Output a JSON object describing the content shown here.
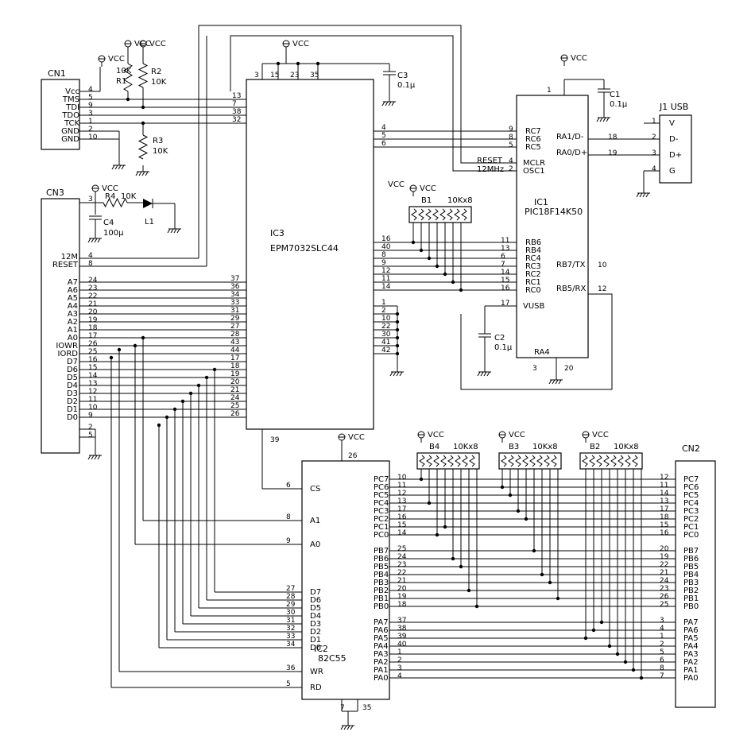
{
  "vcc_label": "VCC",
  "cn1": {
    "ref": "CN1",
    "pins": [
      {
        "name": "Vcc",
        "num": "4"
      },
      {
        "name": "TMS",
        "num": "5"
      },
      {
        "name": "TDI",
        "num": "9"
      },
      {
        "name": "TDO",
        "num": "3"
      },
      {
        "name": "TCK",
        "num": "1"
      },
      {
        "name": "GND",
        "num": "2"
      },
      {
        "name": "GND",
        "num": "10"
      }
    ]
  },
  "r1": {
    "ref": "R1",
    "value": "10K"
  },
  "r2": {
    "ref": "R2",
    "value": "10K"
  },
  "r3": {
    "ref": "R3",
    "value": "10K"
  },
  "r4": {
    "ref": "R4",
    "value": "10K"
  },
  "c4": {
    "ref": "C4",
    "value": "100μ"
  },
  "l1": {
    "ref": "L1"
  },
  "ic3": {
    "ref": "IC3",
    "part": "EPM7032SLC44",
    "top_pins": [
      "3",
      "15",
      "23",
      "35"
    ],
    "jtag_pins": [
      "13",
      "7",
      "38",
      "32"
    ],
    "rc_pins": [
      "4",
      "5",
      "6"
    ],
    "rb_pins": [
      "16",
      "40",
      "8",
      "9",
      "12",
      "11",
      "14"
    ],
    "gnd_pins": [
      "1",
      "2",
      "10",
      "22",
      "30",
      "41",
      "42"
    ],
    "bus_pins": [
      "37",
      "36",
      "34",
      "33",
      "31",
      "29",
      "27",
      "28",
      "43",
      "44",
      "17",
      "18",
      "19",
      "20",
      "21",
      "24",
      "25",
      "26"
    ],
    "bottom_pin": "39"
  },
  "c3": {
    "ref": "C3",
    "value": "0.1μ"
  },
  "c1": {
    "ref": "C1",
    "value": "0.1μ"
  },
  "c2": {
    "ref": "C2",
    "value": "0.1μ"
  },
  "ic1": {
    "ref": "IC1",
    "part": "PIC18F14K50",
    "pin_top": "1",
    "rc_left": [
      {
        "name": "RC7",
        "num": "9"
      },
      {
        "name": "RC6",
        "num": "8"
      },
      {
        "name": "RC5",
        "num": "5"
      }
    ],
    "mclr": {
      "name": "MCLR",
      "num": "4",
      "net": "RESET"
    },
    "osc": {
      "name": "OSC1",
      "num": "2",
      "net": "12MHz"
    },
    "rb_left": [
      {
        "name": "RB6",
        "num": "11"
      },
      {
        "name": "RB4",
        "num": "13"
      },
      {
        "name": "RC4",
        "num": "6"
      },
      {
        "name": "RC3",
        "num": "7"
      },
      {
        "name": "RC2",
        "num": "14"
      },
      {
        "name": "RC1",
        "num": "15"
      },
      {
        "name": "RC0",
        "num": "16"
      }
    ],
    "vusb": {
      "name": "VUSB",
      "num": "17"
    },
    "right": [
      {
        "name": "RA1/D-",
        "num": "18"
      },
      {
        "name": "RA0/D+",
        "num": "19"
      },
      {
        "name": "RB7/TX",
        "num": "10"
      },
      {
        "name": "RB5/RX",
        "num": "12"
      }
    ],
    "ra4": {
      "name": "RA4",
      "num": "3"
    },
    "pin20": "20"
  },
  "j1": {
    "ref": "J1 USB",
    "pins": [
      {
        "num": "1",
        "name": "V"
      },
      {
        "num": "2",
        "name": "D-"
      },
      {
        "num": "3",
        "name": "D+"
      },
      {
        "num": "4",
        "name": "G"
      }
    ]
  },
  "b1": {
    "ref": "B1",
    "value": "10Kx8"
  },
  "b2": {
    "ref": "B2",
    "value": "10Kx8"
  },
  "b3": {
    "ref": "B3",
    "value": "10Kx8"
  },
  "b4": {
    "ref": "B4",
    "value": "10Kx8"
  },
  "cn3": {
    "ref": "CN3",
    "top_pin": "3",
    "clk": {
      "name": "12M",
      "num": "4"
    },
    "reset": {
      "name": "RESET",
      "num": "8"
    },
    "bus": [
      {
        "name": "A7",
        "num": "24"
      },
      {
        "name": "A6",
        "num": "23"
      },
      {
        "name": "A5",
        "num": "22"
      },
      {
        "name": "A4",
        "num": "21"
      },
      {
        "name": "A3",
        "num": "20"
      },
      {
        "name": "A2",
        "num": "19"
      },
      {
        "name": "A1",
        "num": "18"
      },
      {
        "name": "A0",
        "num": "17"
      },
      {
        "name": "IOWR",
        "num": "26"
      },
      {
        "name": "IORD",
        "num": "25"
      },
      {
        "name": "D7",
        "num": "16"
      },
      {
        "name": "D6",
        "num": "15"
      },
      {
        "name": "D5",
        "num": "14"
      },
      {
        "name": "D4",
        "num": "13"
      },
      {
        "name": "D3",
        "num": "12"
      },
      {
        "name": "D2",
        "num": "11"
      },
      {
        "name": "D1",
        "num": "10"
      },
      {
        "name": "D0",
        "num": "9"
      }
    ],
    "gnd_pins": [
      "2",
      "5"
    ]
  },
  "ic2": {
    "ref": "IC2",
    "part": "82C55",
    "vcc_pin": "26",
    "left": [
      {
        "name": "CS",
        "num": "6"
      },
      {
        "name": "A1",
        "num": "8"
      },
      {
        "name": "A0",
        "num": "9"
      },
      {
        "name": "D7",
        "num": "27"
      },
      {
        "name": "D6",
        "num": "28"
      },
      {
        "name": "D5",
        "num": "29"
      },
      {
        "name": "D4",
        "num": "30"
      },
      {
        "name": "D3",
        "num": "31"
      },
      {
        "name": "D2",
        "num": "32"
      },
      {
        "name": "D1",
        "num": "33"
      },
      {
        "name": "D0",
        "num": "34"
      },
      {
        "name": "WR",
        "num": "36"
      },
      {
        "name": "RD",
        "num": "5"
      }
    ],
    "pc": [
      {
        "name": "PC7",
        "num": "10"
      },
      {
        "name": "PC6",
        "num": "11"
      },
      {
        "name": "PC5",
        "num": "12"
      },
      {
        "name": "PC4",
        "num": "13"
      },
      {
        "name": "PC3",
        "num": "17"
      },
      {
        "name": "PC2",
        "num": "16"
      },
      {
        "name": "PC1",
        "num": "15"
      },
      {
        "name": "PC0",
        "num": "14"
      }
    ],
    "pb": [
      {
        "name": "PB7",
        "num": "25"
      },
      {
        "name": "PB6",
        "num": "24"
      },
      {
        "name": "PB5",
        "num": "23"
      },
      {
        "name": "PB4",
        "num": "22"
      },
      {
        "name": "PB3",
        "num": "21"
      },
      {
        "name": "PB2",
        "num": "20"
      },
      {
        "name": "PB1",
        "num": "19"
      },
      {
        "name": "PB0",
        "num": "18"
      }
    ],
    "pa": [
      {
        "name": "PA7",
        "num": "37"
      },
      {
        "name": "PA6",
        "num": "38"
      },
      {
        "name": "PA5",
        "num": "39"
      },
      {
        "name": "PA4",
        "num": "40"
      },
      {
        "name": "PA3",
        "num": "1"
      },
      {
        "name": "PA2",
        "num": "2"
      },
      {
        "name": "PA1",
        "num": "3"
      },
      {
        "name": "PA0",
        "num": "4"
      }
    ],
    "gnd_pins": [
      "7",
      "35"
    ]
  },
  "cn2": {
    "ref": "CN2",
    "pc": [
      {
        "name": "PC7",
        "num": "12"
      },
      {
        "name": "PC6",
        "num": "11"
      },
      {
        "name": "PC5",
        "num": "14"
      },
      {
        "name": "PC4",
        "num": "13"
      },
      {
        "name": "PC3",
        "num": "17"
      },
      {
        "name": "PC2",
        "num": "18"
      },
      {
        "name": "PC1",
        "num": "15"
      },
      {
        "name": "PC0",
        "num": "16"
      }
    ],
    "pb": [
      {
        "name": "PB7",
        "num": "20"
      },
      {
        "name": "PB6",
        "num": "19"
      },
      {
        "name": "PB5",
        "num": "22"
      },
      {
        "name": "PB4",
        "num": "21"
      },
      {
        "name": "PB3",
        "num": "24"
      },
      {
        "name": "PB2",
        "num": "23"
      },
      {
        "name": "PB1",
        "num": "26"
      },
      {
        "name": "PB0",
        "num": "25"
      }
    ],
    "pa": [
      {
        "name": "PA7",
        "num": "3"
      },
      {
        "name": "PA6",
        "num": "4"
      },
      {
        "name": "PA5",
        "num": "1"
      },
      {
        "name": "PA4",
        "num": "2"
      },
      {
        "name": "PA3",
        "num": "5"
      },
      {
        "name": "PA2",
        "num": "6"
      },
      {
        "name": "PA1",
        "num": "8"
      },
      {
        "name": "PA0",
        "num": "7"
      }
    ]
  }
}
